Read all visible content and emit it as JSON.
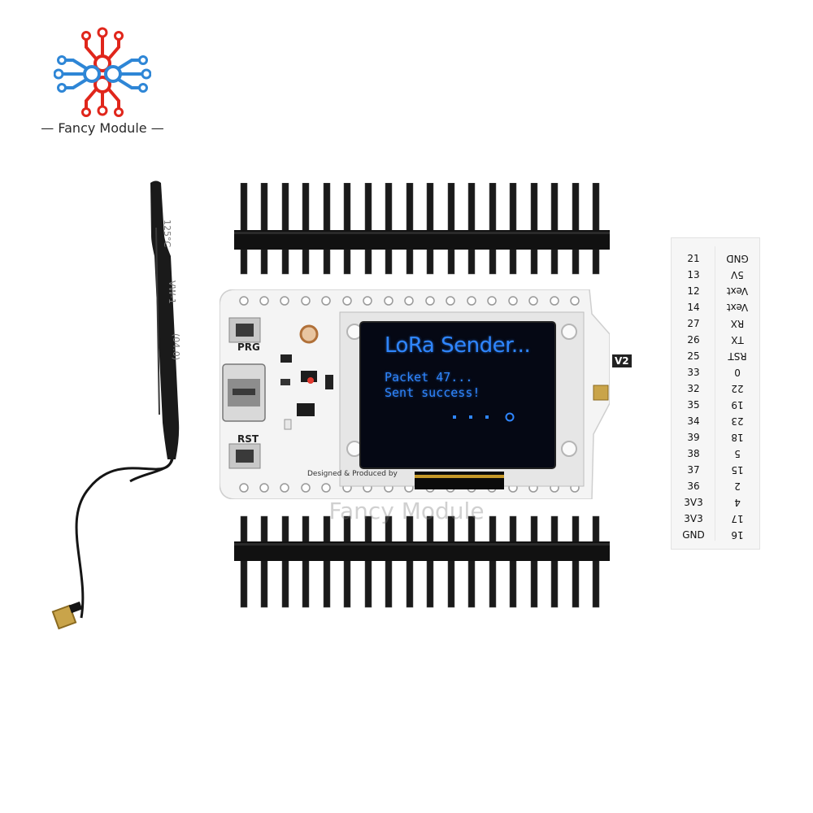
{
  "brand": {
    "name": "Fancy Module",
    "prefix": "—",
    "suffix": "—"
  },
  "watermark": "Fancy Module",
  "board": {
    "button_prg": "PRG",
    "button_rst": "RST",
    "version": "V2",
    "credit": "Designed & Produced by"
  },
  "oled": {
    "title": "LoRa Sender...",
    "line1": "Packet 47...",
    "line2": "Sent success!"
  },
  "pin_card": {
    "left": [
      "21",
      "13",
      "12",
      "14",
      "27",
      "26",
      "25",
      "33",
      "32",
      "35",
      "34",
      "39",
      "38",
      "37",
      "36",
      "3V3",
      "3V3",
      "GND"
    ],
    "right": [
      "GND",
      "5V",
      "Vext",
      "Vext",
      "RX",
      "TX",
      "RST",
      "0",
      "22",
      "19",
      "23",
      "18",
      "5",
      "15",
      "2",
      "4",
      "17",
      "16"
    ]
  },
  "colors": {
    "logo_red": "#e0261b",
    "logo_blue": "#2e86d6",
    "oled_text": "#2f86ff",
    "board": "#f4f4f4"
  }
}
